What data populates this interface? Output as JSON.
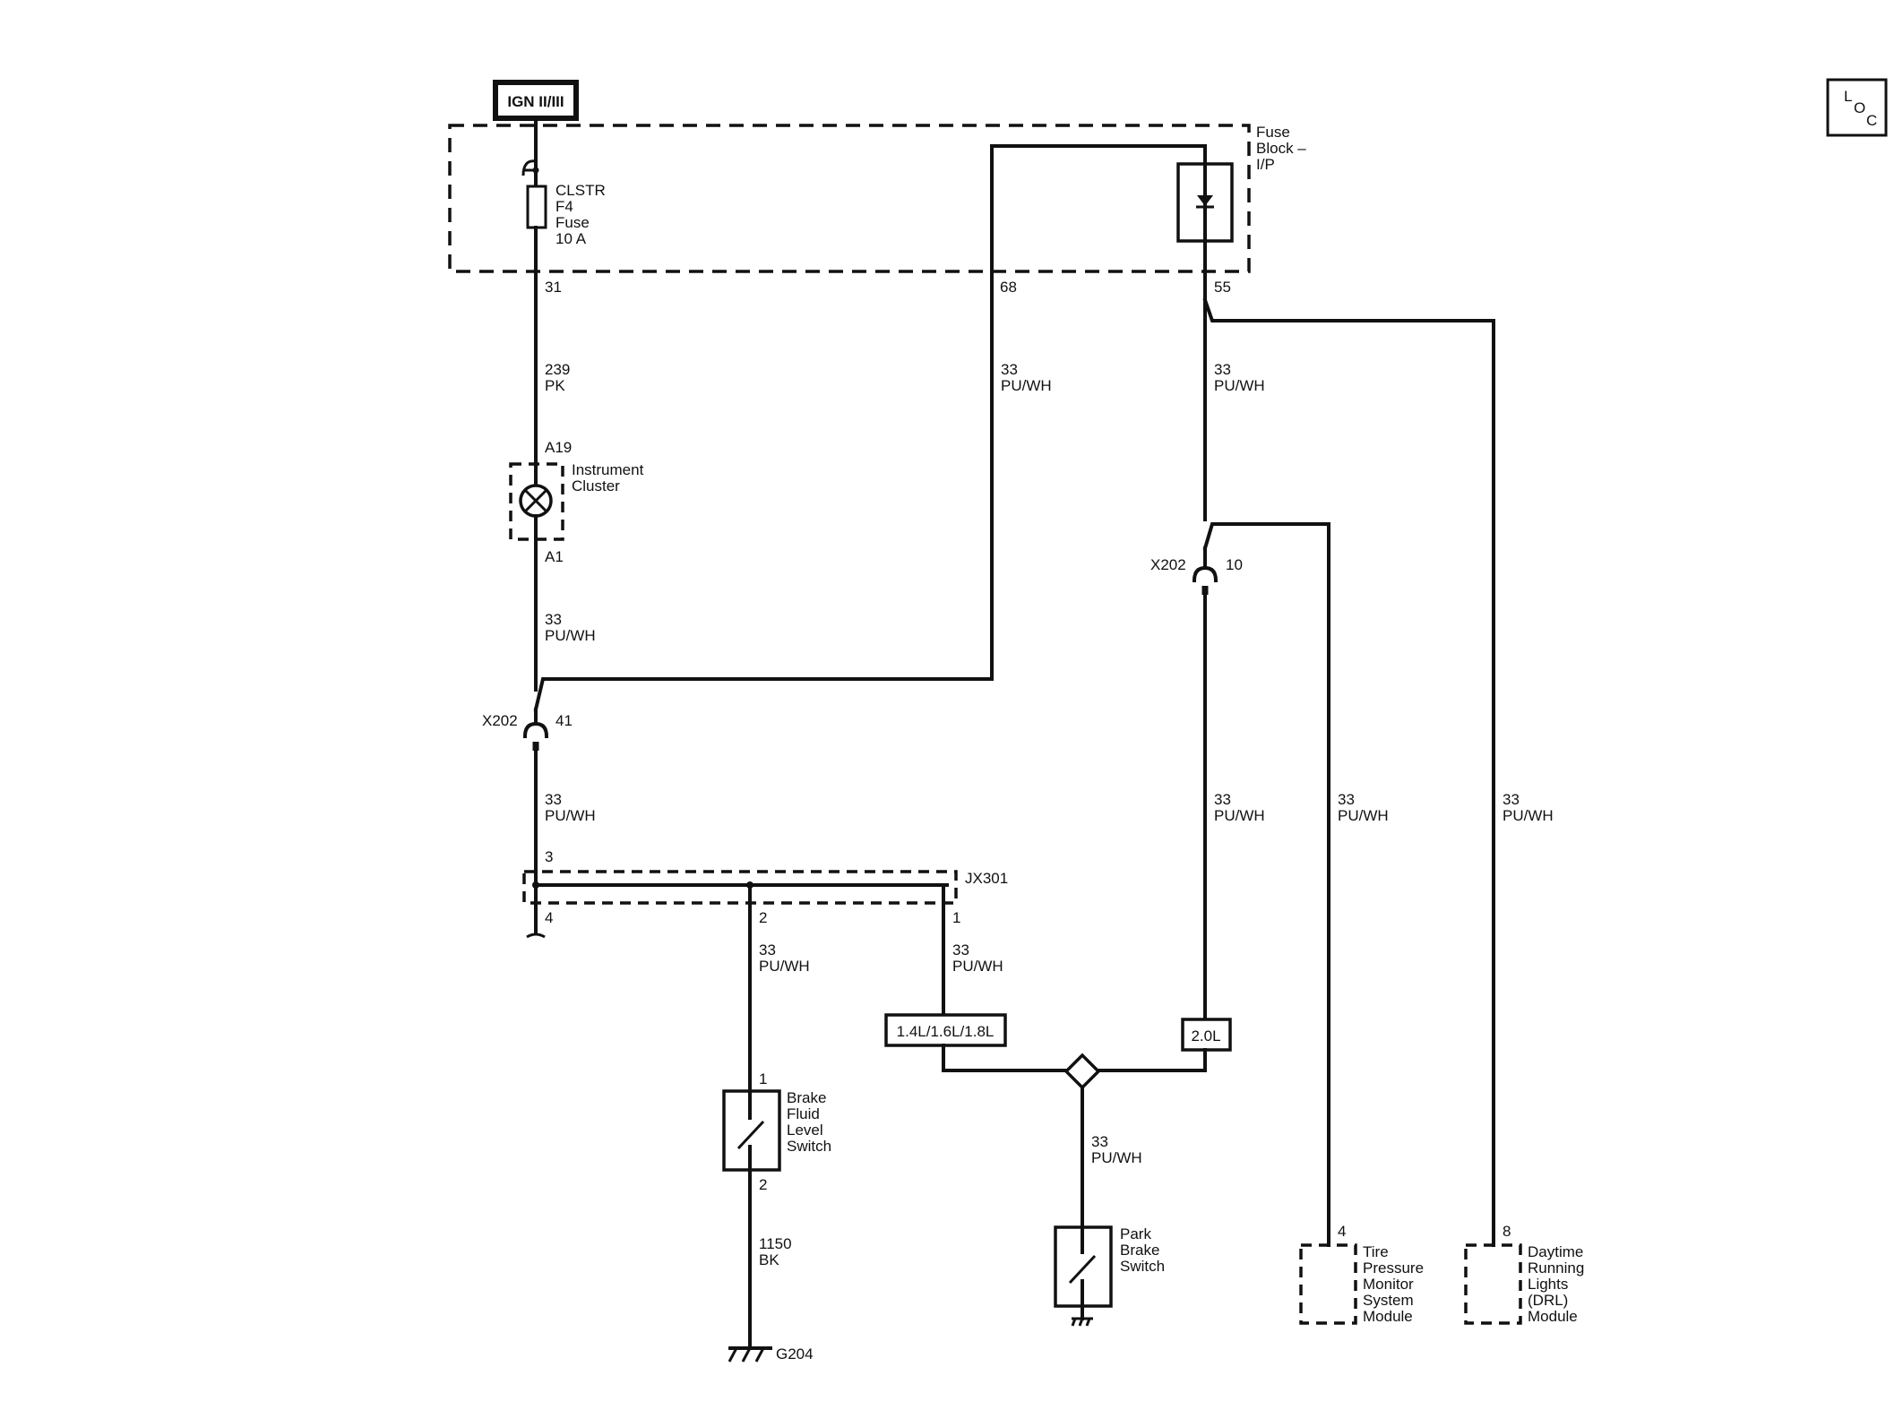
{
  "power_source": "IGN II/III",
  "loc_symbol": {
    "l": "L",
    "o": "O",
    "c": "C"
  },
  "fuse_block": {
    "line1": "Fuse",
    "line2": "Block –",
    "line3": "I/P"
  },
  "fuse": {
    "line1": "CLSTR",
    "line2": "F4",
    "line3": "Fuse",
    "line4": "10 A"
  },
  "fuse_block_pins": {
    "left": "31",
    "middle": "68",
    "right": "55"
  },
  "wires": {
    "w_239": {
      "gauge": "239",
      "color": "PK"
    },
    "w_cluster_out": {
      "gauge": "33",
      "color": "PU/WH"
    },
    "w_68": {
      "gauge": "33",
      "color": "PU/WH"
    },
    "w_55": {
      "gauge": "33",
      "color": "PU/WH"
    },
    "w_x202_41_down": {
      "gauge": "33",
      "color": "PU/WH"
    },
    "w_x202_10_down": {
      "gauge": "33",
      "color": "PU/WH"
    },
    "w_tpms": {
      "gauge": "33",
      "color": "PU/WH"
    },
    "w_drl": {
      "gauge": "33",
      "color": "PU/WH"
    },
    "w_jx301_2": {
      "gauge": "33",
      "color": "PU/WH"
    },
    "w_jx301_1": {
      "gauge": "33",
      "color": "PU/WH"
    },
    "w_park_brake": {
      "gauge": "33",
      "color": "PU/WH"
    },
    "w_ground": {
      "gauge": "1150",
      "color": "BK"
    }
  },
  "instrument_cluster": {
    "pin_top": "A19",
    "pin_bottom": "A1",
    "line1": "Instrument",
    "line2": "Cluster"
  },
  "connector_x202_left": {
    "name": "X202",
    "pin": "41"
  },
  "connector_x202_right": {
    "name": "X202",
    "pin": "10"
  },
  "splice_jx301": {
    "name": "JX301",
    "pin_in": "3",
    "pin_left": "4",
    "pin_mid": "2",
    "pin_right": "1"
  },
  "option_small_engines": "1.4L/1.6L/1.8L",
  "option_large_engine": "2.0L",
  "brake_fluid_switch": {
    "pin_top": "1",
    "pin_bottom": "2",
    "line1": "Brake",
    "line2": "Fluid",
    "line3": "Level",
    "line4": "Switch"
  },
  "ground": {
    "name": "G204"
  },
  "park_brake_switch": {
    "line1": "Park",
    "line2": "Brake",
    "line3": "Switch"
  },
  "tpms_module": {
    "pin": "4",
    "line1": "Tire",
    "line2": "Pressure",
    "line3": "Monitor",
    "line4": "System",
    "line5": "Module"
  },
  "drl_module": {
    "pin": "8",
    "line1": "Daytime",
    "line2": "Running",
    "line3": "Lights",
    "line4": "(DRL)",
    "line5": "Module"
  }
}
